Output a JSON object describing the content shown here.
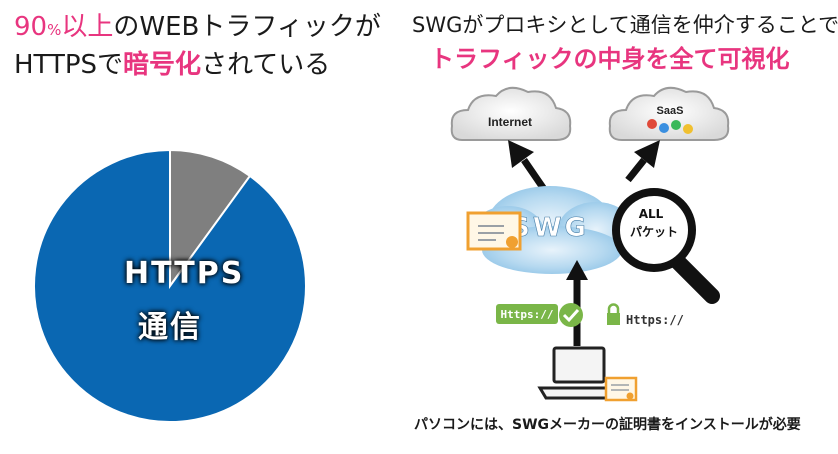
{
  "left": {
    "headline_pct_value": "90",
    "headline_pct_unit": "%",
    "headline_pct_rest": "以上",
    "headline_line1_rest": "のWEBトラフィックが",
    "headline_line2_prefix": "HTTPSで",
    "headline_line2_emph": "暗号化",
    "headline_line2_suffix": "されている",
    "pie_label_line1": "HTTPS",
    "pie_label_line2": "通信",
    "pie_share_https": 0.9
  },
  "right": {
    "title_line1": "SWGがプロキシとして通信を仲介することで",
    "title_line2": "トラフィックの中身を全て可視化",
    "cloud_internet": "Internet",
    "cloud_saas": "SaaS",
    "swg_label": "SWG",
    "magnifier_line1": "ALL",
    "magnifier_line2": "パケット",
    "badge_https": "Https://",
    "lock_https": "Https://",
    "footer_note": "パソコンには、SWGメーカーの証明書をインストールが必要"
  },
  "colors": {
    "accent_pink": "#e8357f",
    "pie_https": "#0a67b2",
    "pie_other": "#7f7f7f",
    "badge_green": "#7ab648",
    "certificate_orange": "#f0a030"
  }
}
